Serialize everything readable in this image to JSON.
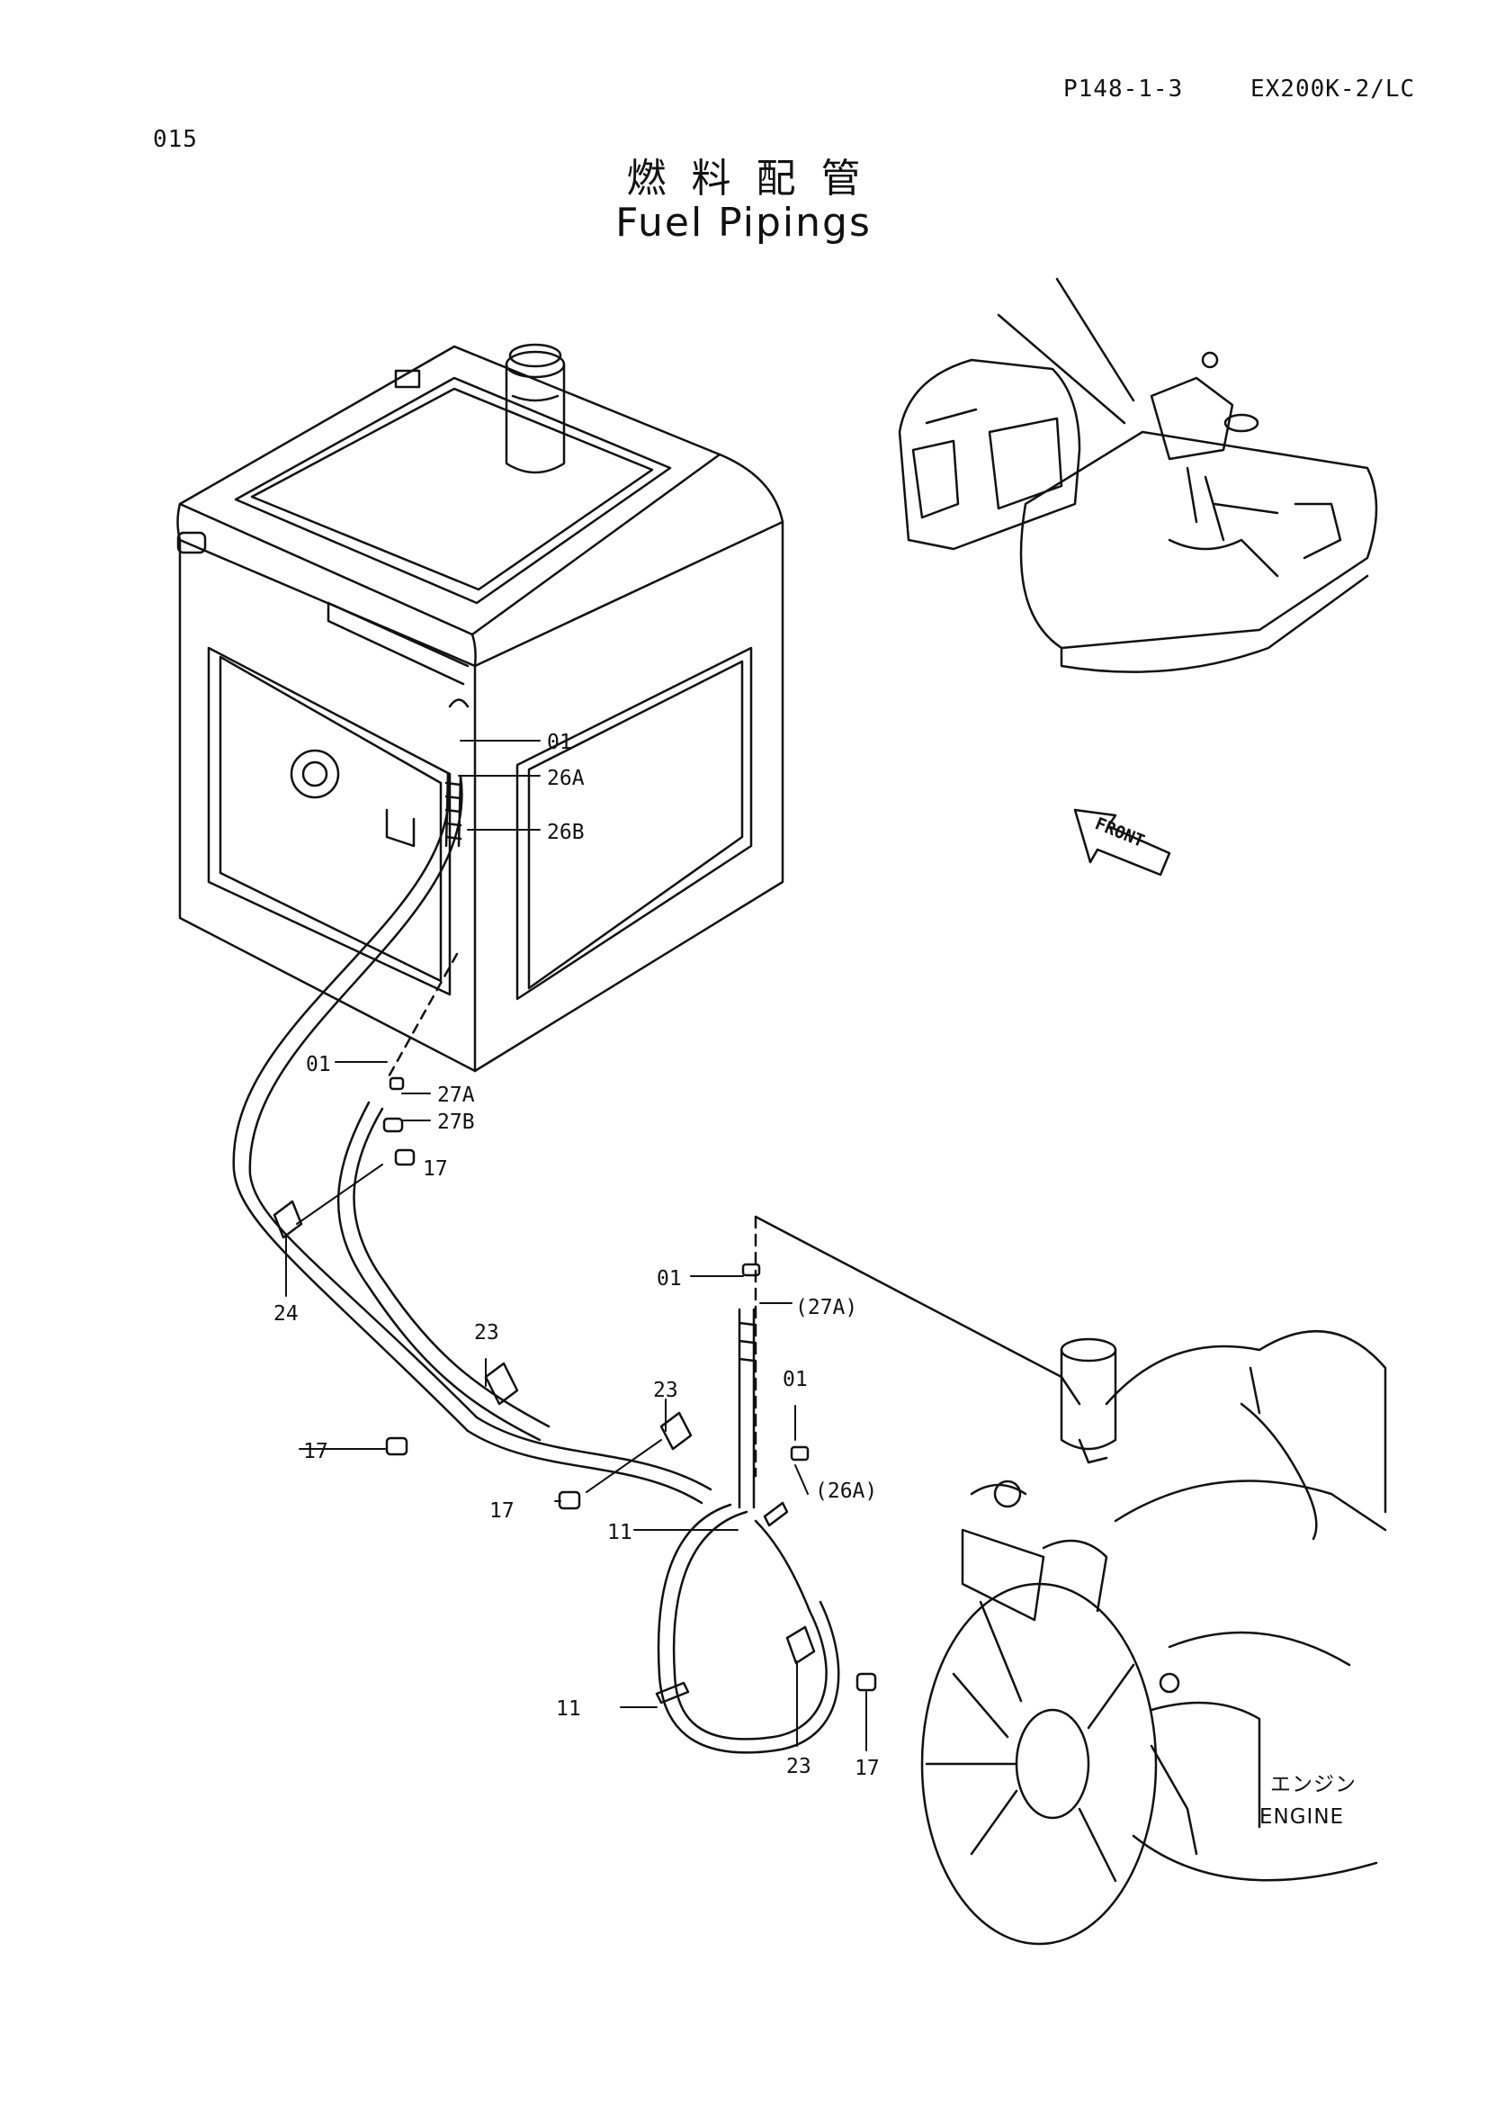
{
  "header": {
    "page_number": "015",
    "page_ref": "P148-1-3",
    "model": "EX200K-2/LC"
  },
  "title": {
    "japanese": "燃料配管",
    "english": "Fuel Pipings"
  },
  "front_arrow": "FRONT",
  "engine_label": {
    "japanese": "エンジン",
    "english": "ENGINE"
  },
  "callouts": [
    {
      "label": "01"
    },
    {
      "label": "26A"
    },
    {
      "label": "26B"
    },
    {
      "label": "01"
    },
    {
      "label": "27A"
    },
    {
      "label": "27B"
    },
    {
      "label": "17"
    },
    {
      "label": "24"
    },
    {
      "label": "23"
    },
    {
      "label": "17"
    },
    {
      "label": "23"
    },
    {
      "label": "17"
    },
    {
      "label": "11"
    },
    {
      "label": "01"
    },
    {
      "label": "(27A)"
    },
    {
      "label": "01"
    },
    {
      "label": "(26A)"
    },
    {
      "label": "11"
    },
    {
      "label": "23"
    },
    {
      "label": "17"
    }
  ]
}
